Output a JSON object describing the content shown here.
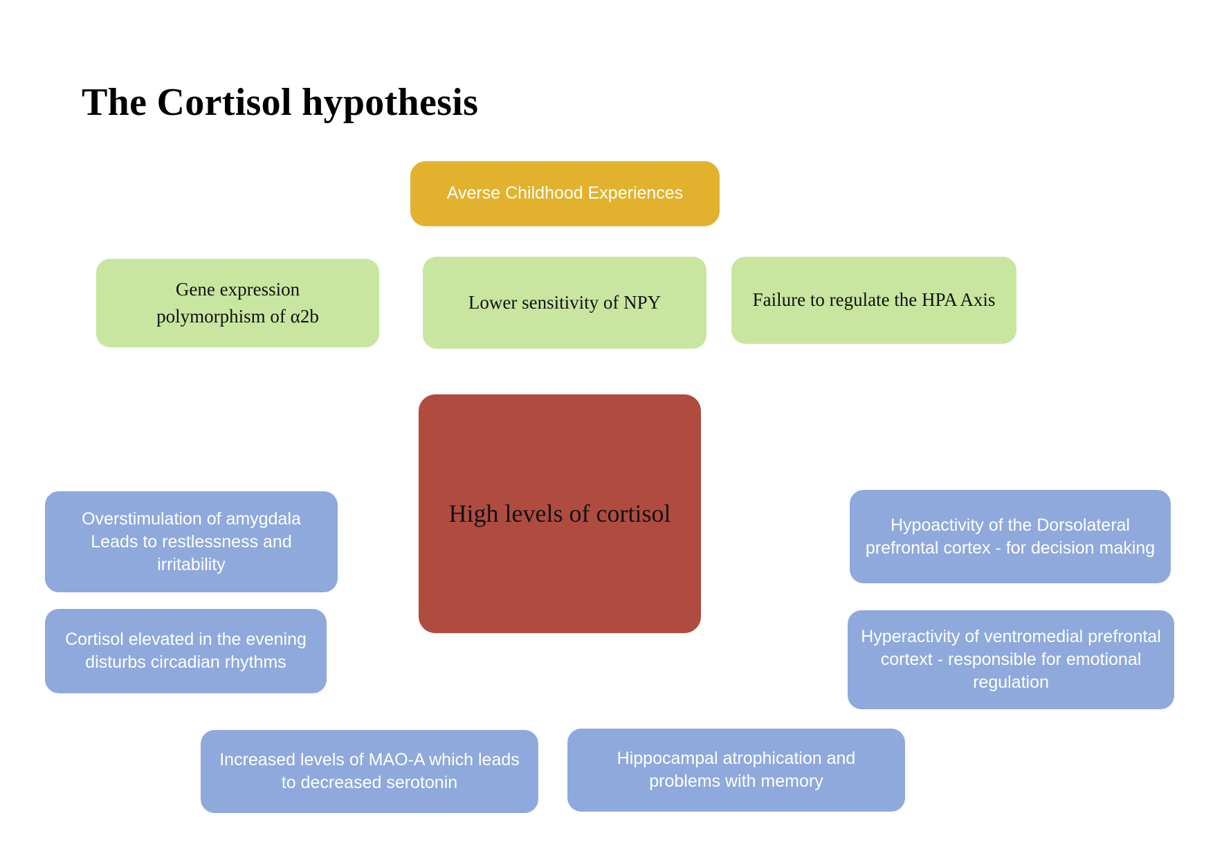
{
  "page": {
    "title": "The Cortisol hypothesis",
    "background": "#FFFFFF"
  },
  "palette": {
    "orange": "#E2B22E",
    "green": "#C8E6A0",
    "red": "#B04B40",
    "blue": "#8FA9DC",
    "dark_text": "#111111",
    "light_text": "#FFFFFF"
  },
  "diagram": {
    "type": "concept-map",
    "source": {
      "id": "averse-childhood-experiences",
      "label": "Averse Childhood Experiences",
      "color": "#E2B22E"
    },
    "mechanisms": [
      {
        "id": "gene-expression-polymorphism",
        "label": "Gene expression\npolymorphism of α2b",
        "color": "#C8E6A0"
      },
      {
        "id": "lower-sensitivity-npy",
        "label": "Lower sensitivity of NPY",
        "color": "#C8E6A0"
      },
      {
        "id": "failure-regulate-hpa-axis",
        "label": "Failure to regulate the HPA Axis",
        "color": "#C8E6A0"
      }
    ],
    "center": {
      "id": "high-levels-of-cortisol",
      "label": "High levels of cortisol",
      "color": "#B04B40"
    },
    "effects_left": [
      {
        "id": "overstimulation-amygdala",
        "label": "Overstimulation of amygdala\nLeads to restlessness and\nirritability",
        "color": "#8FA9DC"
      },
      {
        "id": "cortisol-evening-circadian",
        "label": "Cortisol elevated in the evening\ndisturbs circadian rhythms",
        "color": "#8FA9DC"
      }
    ],
    "effects_right": [
      {
        "id": "hypoactivity-dlpfc",
        "label": "Hypoactivity of the Dorsolateral\nprefrontal cortex - for decision making",
        "color": "#8FA9DC"
      },
      {
        "id": "hyperactivity-vmpfc",
        "label": "Hyperactivity of ventromedial prefrontal\ncortext - responsible for emotional\nregulation",
        "color": "#8FA9DC"
      }
    ],
    "effects_bottom": [
      {
        "id": "increased-mao-a",
        "label": "Increased levels of MAO-A which leads\nto decreased serotonin",
        "color": "#8FA9DC"
      },
      {
        "id": "hippocampal-atrophication",
        "label": "Hippocampal atrophication and\nproblems with memory",
        "color": "#8FA9DC"
      }
    ]
  }
}
